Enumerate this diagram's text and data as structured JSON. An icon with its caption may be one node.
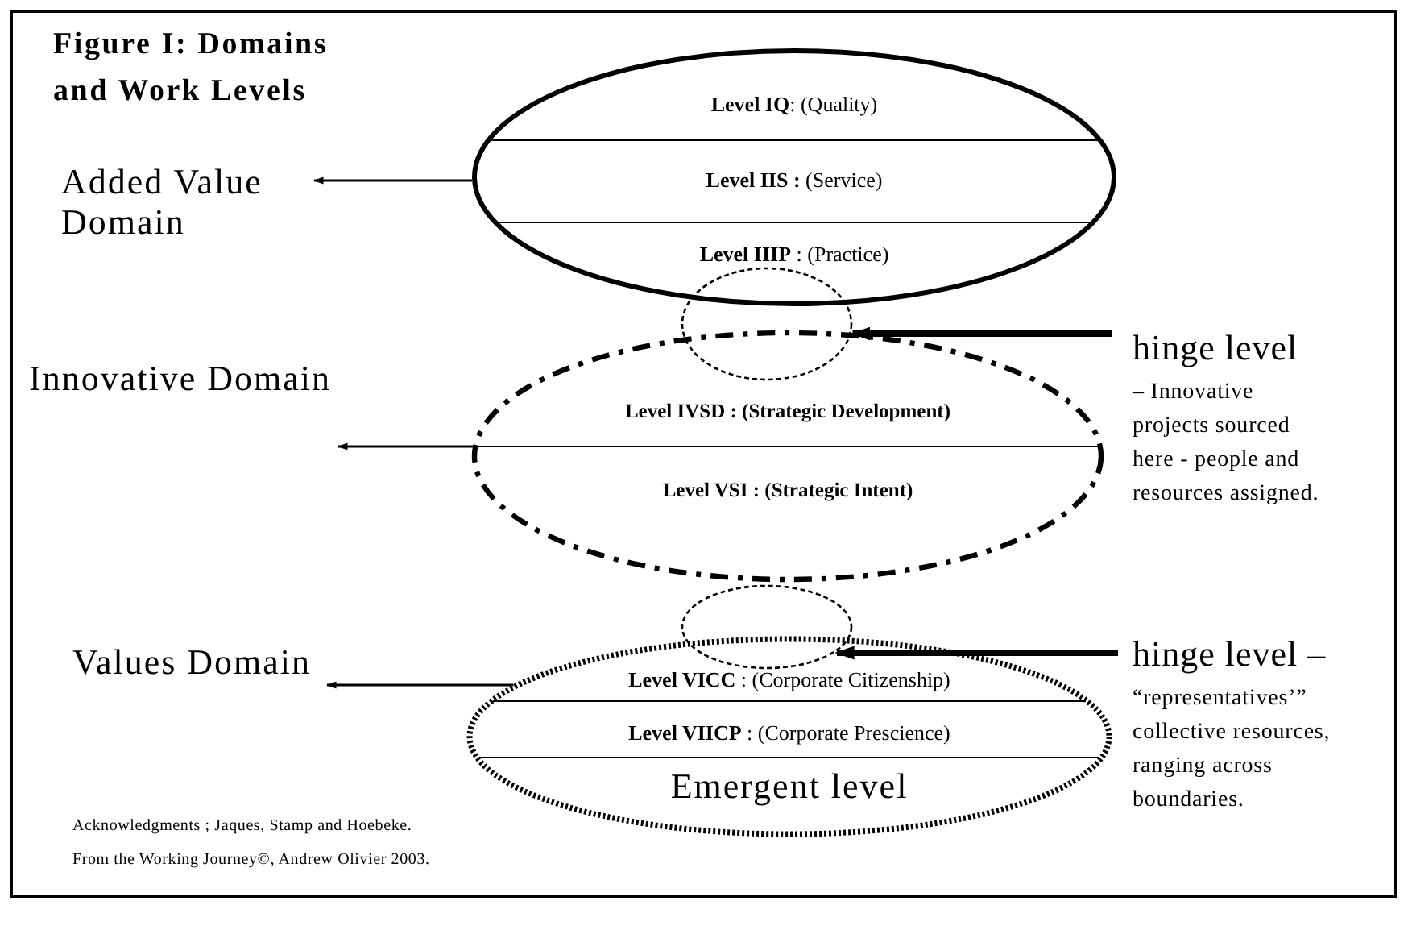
{
  "diagram": {
    "title": "Figure I: Domains and Work Levels",
    "nodes": [
      {
        "text": [
          "Added Value Domain"
        ]
      },
      {
        "text": [],
        "shape": "ellipse"
      },
      {
        "text": [
          "**Level IQ**: (Quality)"
        ],
        "in": 1
      },
      {
        "text": [
          "**Level IIS :** (Service)"
        ],
        "in": 1
      },
      {
        "text": [
          "**Level IIIP** : (Practice)"
        ],
        "in": 1
      },
      {
        "text": [
          "Innovative Domain"
        ]
      },
      {
        "text": [],
        "shape": "ellipse"
      },
      {
        "text": [
          "Level IVSD : (Strategic Development)"
        ],
        "in": 6
      },
      {
        "text": [
          "Level VSI : (Strategic Intent)"
        ],
        "in": 6
      },
      {
        "text": [
          "Values Domain"
        ]
      },
      {
        "text": [],
        "shape": "ellipse"
      },
      {
        "text": [
          "**Level VICC** : (Corporate Citizenship)"
        ],
        "in": 10
      },
      {
        "text": [
          "**Level VIICP** : (Corporate Prescience)"
        ],
        "in": 10
      },
      {
        "text": [
          "Emergent level"
        ],
        "in": 10
      },
      {
        "text": [],
        "shape": "ellipse"
      },
      {
        "text": [
          "hinge level",
          "– Innovative projects sourced here - people and resources assigned."
        ]
      },
      {
        "text": [],
        "shape": "ellipse"
      },
      {
        "text": [
          "hinge level –",
          "“representatives’” collective resources, ranging across boundaries."
        ]
      }
    ],
    "edges": [
      {
        "from": 1,
        "to": 0,
        "arrow": "to"
      },
      {
        "from": 6,
        "to": 5,
        "arrow": "to"
      },
      {
        "from": 10,
        "to": 9,
        "arrow": "to"
      },
      {
        "from": 15,
        "to": 14,
        "arrow": "to",
        "style": "thick"
      },
      {
        "from": 17,
        "to": 16,
        "arrow": "to",
        "style": "thick"
      }
    ],
    "labels": [
      "Acknowledgments ; Jaques, Stamp and Hoebeke.",
      "From the Working Journey©, Andrew Olivier 2003."
    ]
  }
}
